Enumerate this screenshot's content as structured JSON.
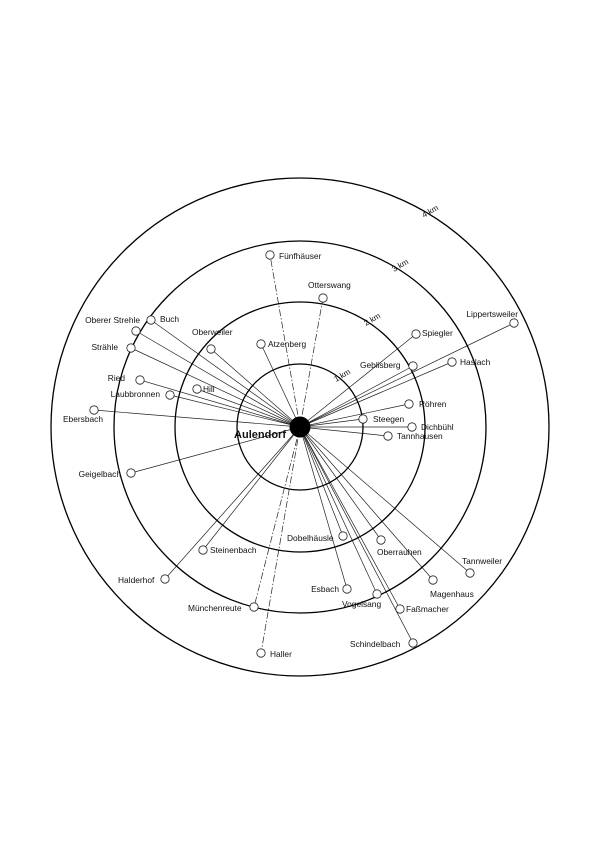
{
  "center": {
    "name": "Aulendorf"
  },
  "rings": [
    {
      "label": "1 km"
    },
    {
      "label": "2 km"
    },
    {
      "label": "3 km"
    },
    {
      "label": "4 km"
    }
  ],
  "places": [
    {
      "name": "Fünfhäuser"
    },
    {
      "name": "Otterswang"
    },
    {
      "name": "Oberer Strehle"
    },
    {
      "name": "Buch"
    },
    {
      "name": "Strähle"
    },
    {
      "name": "Oberweiler"
    },
    {
      "name": "Atzenberg"
    },
    {
      "name": "Ried"
    },
    {
      "name": "Hill"
    },
    {
      "name": "Laubbronnen"
    },
    {
      "name": "Ebersbach"
    },
    {
      "name": "Geigelbach"
    },
    {
      "name": "Spiegler"
    },
    {
      "name": "Lippertsweiler"
    },
    {
      "name": "Geblisberg"
    },
    {
      "name": "Haslach"
    },
    {
      "name": "Röhren"
    },
    {
      "name": "Steegen"
    },
    {
      "name": "Dichbühl"
    },
    {
      "name": "Tannhausen"
    },
    {
      "name": "Dobelhäusle"
    },
    {
      "name": "Oberrauhen"
    },
    {
      "name": "Tannweiler"
    },
    {
      "name": "Magenhaus"
    },
    {
      "name": "Steinenbach"
    },
    {
      "name": "Halderhof"
    },
    {
      "name": "Esbach"
    },
    {
      "name": "Vogelsang"
    },
    {
      "name": "Faßmacher"
    },
    {
      "name": "Münchenreute"
    },
    {
      "name": "Schindelbach"
    },
    {
      "name": "Haller"
    }
  ]
}
